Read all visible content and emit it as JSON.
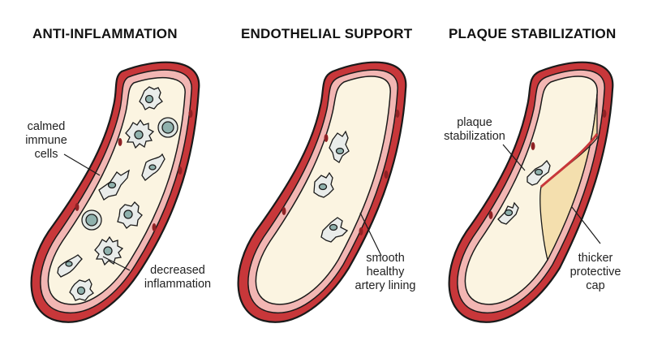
{
  "panels": [
    {
      "title": "ANTI-INFLAMMATION",
      "labels": {
        "left": [
          "calmed",
          "immune",
          "cells"
        ],
        "bottom": [
          "decreased",
          "inflammation"
        ]
      }
    },
    {
      "title": "ENDOTHELIAL SUPPORT",
      "labels": {
        "right": [
          "smooth",
          "healthy",
          "artery lining"
        ]
      }
    },
    {
      "title": "PLAQUE STABILIZATION",
      "labels": {
        "left": [
          "plaque",
          "stabilization"
        ],
        "right": [
          "thicker",
          "protective",
          "cap"
        ]
      }
    }
  ],
  "colors": {
    "wall": "#c8373a",
    "wall_dark": "#8e2124",
    "intima": "#f2b6b3",
    "lumen": "#fbf4e1",
    "cell_fill": "#e9ecea",
    "nucleus": "#8fb1ad",
    "plaque_cap": "#f4dfae"
  }
}
